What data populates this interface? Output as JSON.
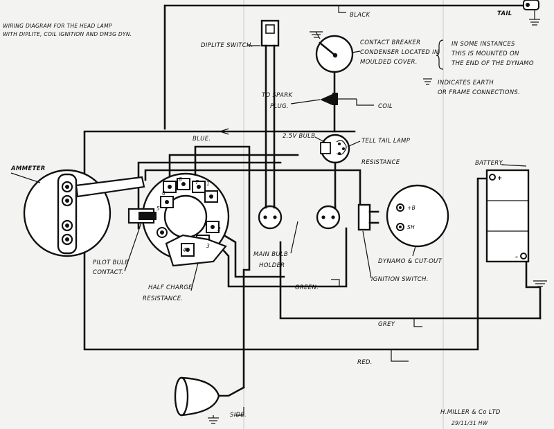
{
  "title": {
    "line1": "WIRING  DIAGRAM  FOR  THE  HEAD LAMP",
    "line2": "WITH  DIPLITE,  COIL  IGNITION  AND  DM3G  DYN."
  },
  "labels": {
    "tail": "TAIL",
    "black": "BLACK",
    "diplite_switch": "DIPLITE  SWITCH.",
    "contact_breaker_1": "CONTACT  BREAKER",
    "contact_breaker_2": "CONDENSER  LOCATED  IN",
    "contact_breaker_3": "MOULDED  COVER.",
    "note_1": "IN  SOME  INSTANCES",
    "note_2": "THIS  IS  MOUNTED  ON",
    "note_3": "THE  END  OF  THE  DYNAMO",
    "earth_1": "INDICATES  EARTH",
    "earth_2": "OR  FRAME  CONNECTIONS.",
    "spark_1": "TO  SPARK",
    "spark_2": "PLUG.",
    "coil": "COIL",
    "blue": "BLUE.",
    "bulb_25v": "2.5V BULB",
    "tell_tail_1": "TELL TAIL  LAMP",
    "tell_tail_2": "RESISTANCE",
    "ammeter": "AMMETER",
    "battery": "BATTERY.",
    "battery_plus": "+",
    "battery_minus": "–",
    "dynamo_b": "+B",
    "dynamo_sh": "SH",
    "dynamo": "DYNAMO  &  CUT-OUT",
    "pilot_1": "PILOT  BULB",
    "pilot_2": "CONTACT.",
    "main_bulb_1": "MAIN  BULB",
    "main_bulb_2": "HOLDER",
    "green": "GREEN.",
    "ignition": "IGNITION  SWITCH.",
    "half_charge_1": "HALF  CHARGE",
    "half_charge_2": "RESISTANCE.",
    "grey": "GREY",
    "red": "RED.",
    "side": "SIDE.",
    "maker": "H.MILLER  & Co LTD",
    "ref": "29/11/31  HW",
    "term_1": "1",
    "term_2": "2",
    "term_3": "3",
    "term_4": "4",
    "term_5": "5",
    "term_6": "6",
    "term_7": "7",
    "term_8": "8"
  }
}
